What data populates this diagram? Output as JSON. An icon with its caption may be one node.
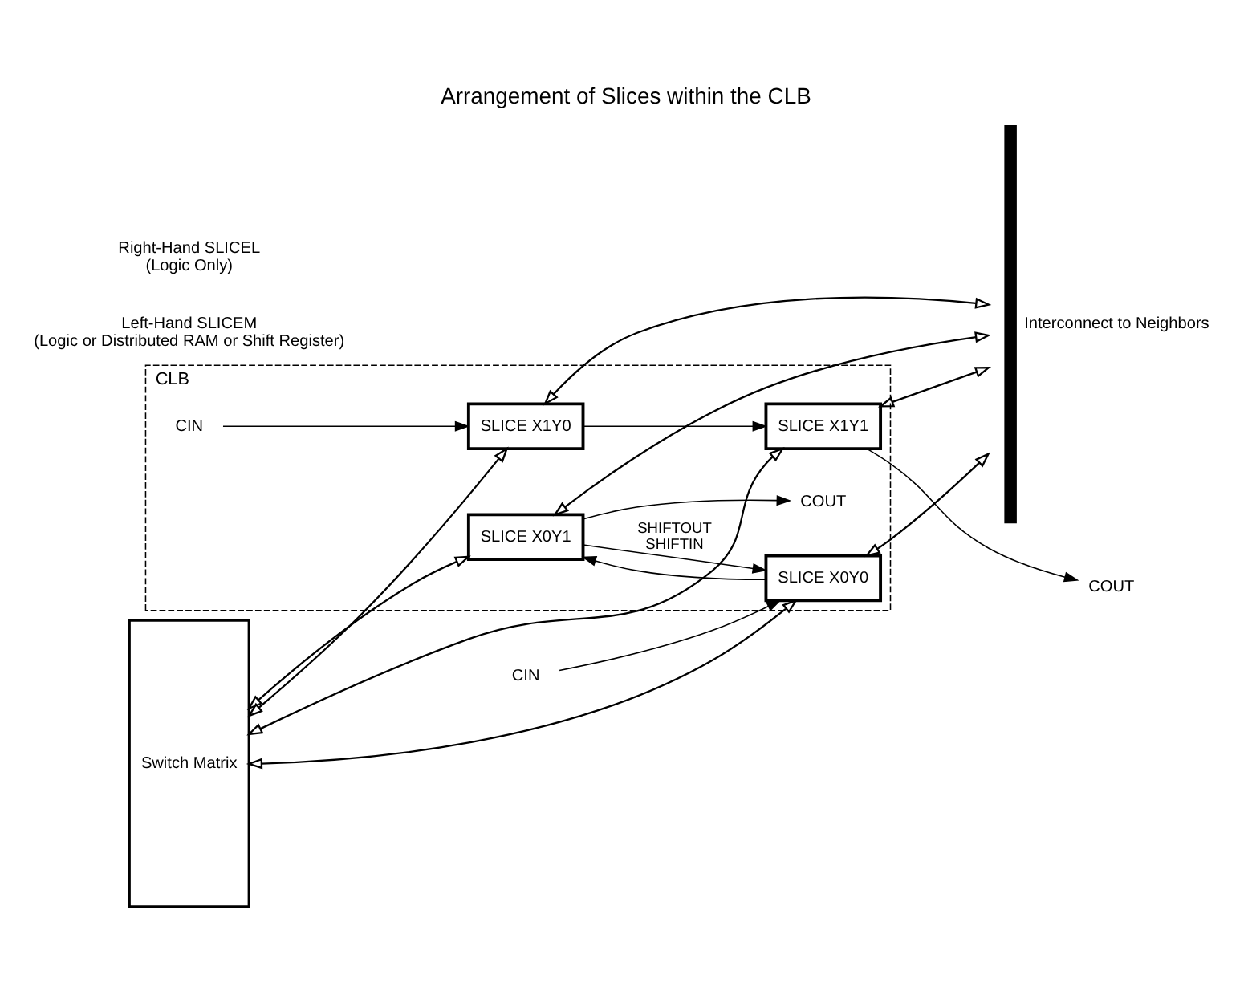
{
  "diagram": {
    "title": "Arrangement of Slices within the CLB",
    "nodes": [
      {
        "text": [
          "COUT"
        ]
      },
      {
        "text": [
          "CLB"
        ]
      },
      {
        "text": [
          "SLICE X1Y1"
        ],
        "in": 1
      },
      {
        "text": [
          "SLICE X1Y0"
        ],
        "in": 1
      },
      {
        "text": [
          "COUT"
        ],
        "in": 1
      },
      {
        "text": [
          "Switch Matrix"
        ]
      },
      {
        "text": [
          "CIN"
        ],
        "in": 1
      },
      {
        "text": [
          "SLICE X0Y1"
        ],
        "in": 1
      },
      {
        "text": [
          "SLICE X0Y0"
        ],
        "in": 1
      },
      {
        "text": [
          "CIN"
        ]
      },
      {
        "text": [],
        "shape": "bar",
        "beside": [
          "Interconnect to Neighbors"
        ]
      }
    ],
    "edges": [
      {
        "from": 5,
        "to": 2,
        "arrow": "both"
      },
      {
        "from": 2,
        "to": 10,
        "arrow": "both"
      },
      {
        "from": 2,
        "to": 0,
        "arrow": "to"
      },
      {
        "from": 3,
        "to": 2,
        "arrow": "to"
      },
      {
        "from": 5,
        "to": 3,
        "arrow": "both"
      },
      {
        "from": 3,
        "to": 10,
        "arrow": "both"
      },
      {
        "from": 6,
        "to": 3,
        "arrow": "to"
      },
      {
        "from": 7,
        "to": 4,
        "arrow": "to"
      },
      {
        "from": 5,
        "to": 7,
        "arrow": "both"
      },
      {
        "from": 7,
        "to": 10,
        "arrow": "both"
      },
      {
        "from": 7,
        "to": 8,
        "arrow": "to",
        "label": "SHIFTOUT SHIFTIN"
      },
      {
        "from": 8,
        "to": 7,
        "arrow": "to"
      },
      {
        "from": 5,
        "to": 8,
        "arrow": "both"
      },
      {
        "from": 8,
        "to": 10,
        "arrow": "both"
      },
      {
        "from": 9,
        "to": 8,
        "arrow": "to"
      }
    ],
    "labels": [
      "Left-Hand SLICEM (Logic or Distributed RAM or Shift Register)",
      "Right-Hand SLICEL (Logic Only)"
    ]
  }
}
